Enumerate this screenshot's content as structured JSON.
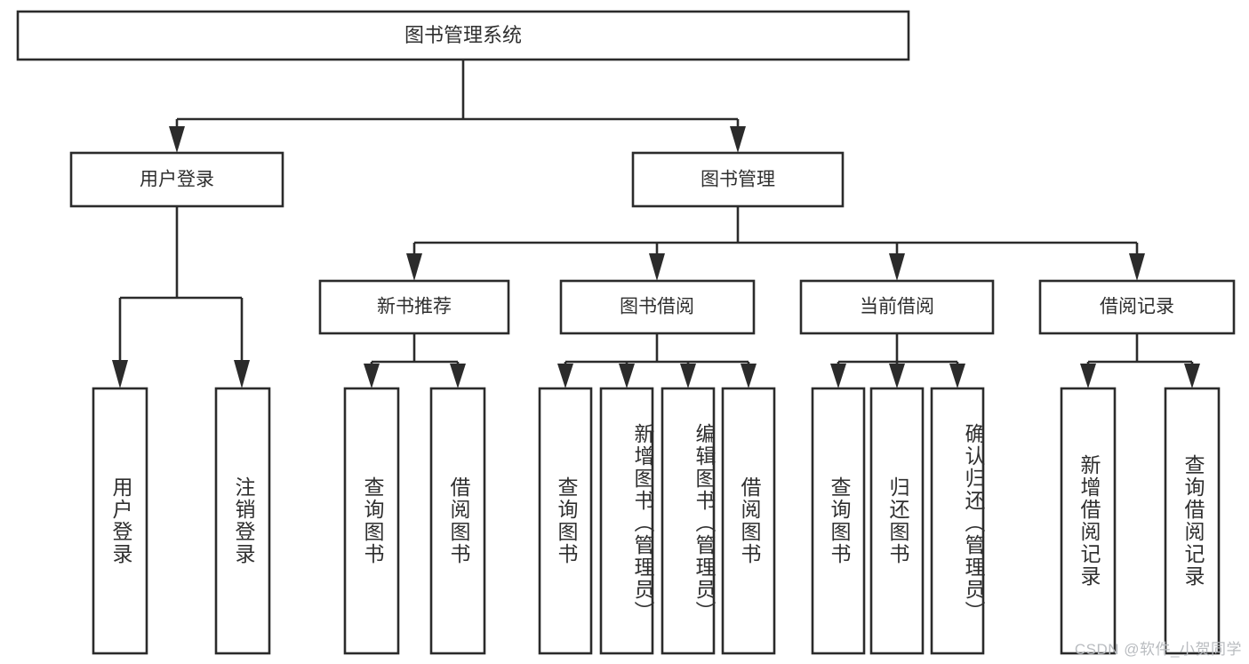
{
  "diagram": {
    "title": "图书管理系统",
    "type": "hierarchy-tree",
    "orientation": "top-down",
    "colors": {
      "line": "#2b2b2b",
      "box_fill": "#ffffff",
      "text": "#2f2f2f",
      "watermark": "#b9bcc0",
      "background": "#ffffff"
    },
    "root": {
      "label": "图书管理系统"
    },
    "level1": [
      {
        "label": "用户登录"
      },
      {
        "label": "图书管理"
      }
    ],
    "level2": [
      {
        "label": "新书推荐"
      },
      {
        "label": "图书借阅"
      },
      {
        "label": "当前借阅"
      },
      {
        "label": "借阅记录"
      }
    ],
    "leaves": {
      "user_login": [
        {
          "label": "用户登录"
        },
        {
          "label": "注销登录"
        }
      ],
      "new_book_recommend": [
        {
          "label": "查询图书"
        },
        {
          "label": "借阅图书"
        }
      ],
      "book_borrow": [
        {
          "label": "查询图书"
        },
        {
          "label": "新增图书（管理员）"
        },
        {
          "label": "编辑图书（管理员）"
        },
        {
          "label": "借阅图书"
        }
      ],
      "current_borrow": [
        {
          "label": "查询图书"
        },
        {
          "label": "归还图书"
        },
        {
          "label": "确认归还（管理员）"
        }
      ],
      "borrow_record": [
        {
          "label": "新增借阅记录"
        },
        {
          "label": "查询借阅记录"
        }
      ]
    }
  },
  "watermark": {
    "text": "CSDN @软件_小贺同学"
  }
}
